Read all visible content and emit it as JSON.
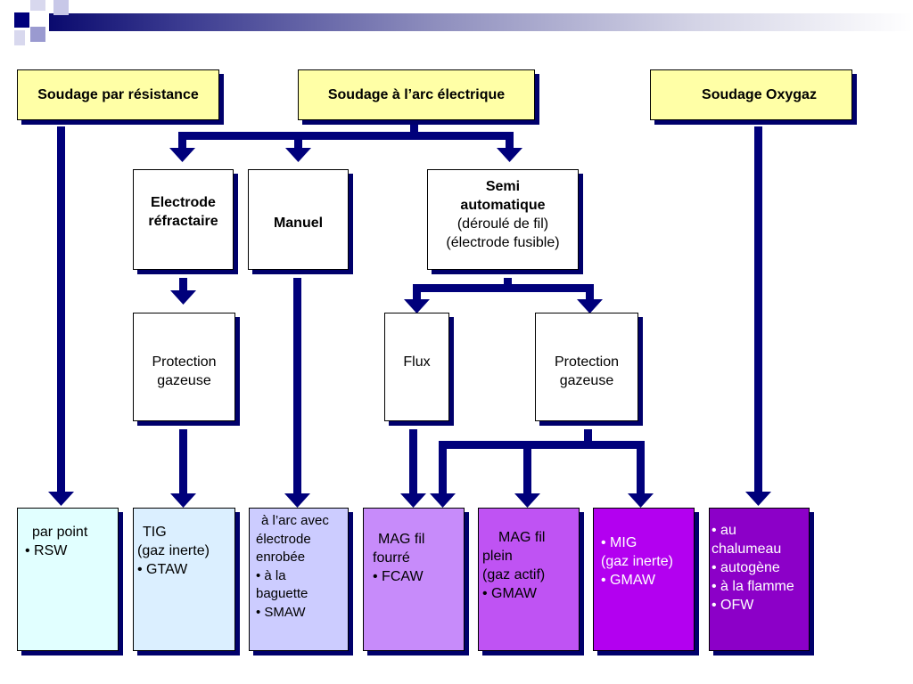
{
  "categories": {
    "resistance": "Soudage par résistance",
    "arc": "Soudage à l’arc électrique",
    "oxygaz": "Soudage Oxygaz"
  },
  "arc_types": {
    "refractaire": [
      "Electrode",
      "réfractaire"
    ],
    "manuel": "Manuel",
    "semi": [
      "Semi",
      "automatique",
      "(déroulé de fil)",
      "(électrode fusible)"
    ]
  },
  "sub": {
    "protection_1": [
      "Protection",
      "gazeuse"
    ],
    "flux": "Flux",
    "protection_2": [
      "Protection",
      "gazeuse"
    ]
  },
  "processes": [
    {
      "lines": [
        "par point",
        "• RSW"
      ],
      "color": "#e1ffff"
    },
    {
      "lines": [
        "TIG",
        "(gaz inerte)",
        "• GTAW"
      ],
      "color": "#dbefff"
    },
    {
      "lines": [
        "à l’arc avec",
        "électrode",
        "enrobée",
        "• à la",
        "baguette",
        "• SMAW"
      ],
      "color": "#ccccff"
    },
    {
      "lines": [
        "MAG fil",
        "fourré",
        "• FCAW"
      ],
      "color": "#c78bfa"
    },
    {
      "lines": [
        "MAG fil",
        "plein",
        "(gaz actif)",
        "• GMAW"
      ],
      "color": "#bf53f3"
    },
    {
      "lines": [
        "• MIG",
        "(gaz inerte)",
        "• GMAW"
      ],
      "color": "#b300f0"
    },
    {
      "lines": [
        "• au",
        "chalumeau",
        "• autogène",
        "• à la flamme",
        "• OFW"
      ],
      "color": "#8c00c8"
    }
  ],
  "colors": {
    "connector": "#00007b",
    "top_fill": "#ffffa6",
    "shadow": "#00006b"
  }
}
